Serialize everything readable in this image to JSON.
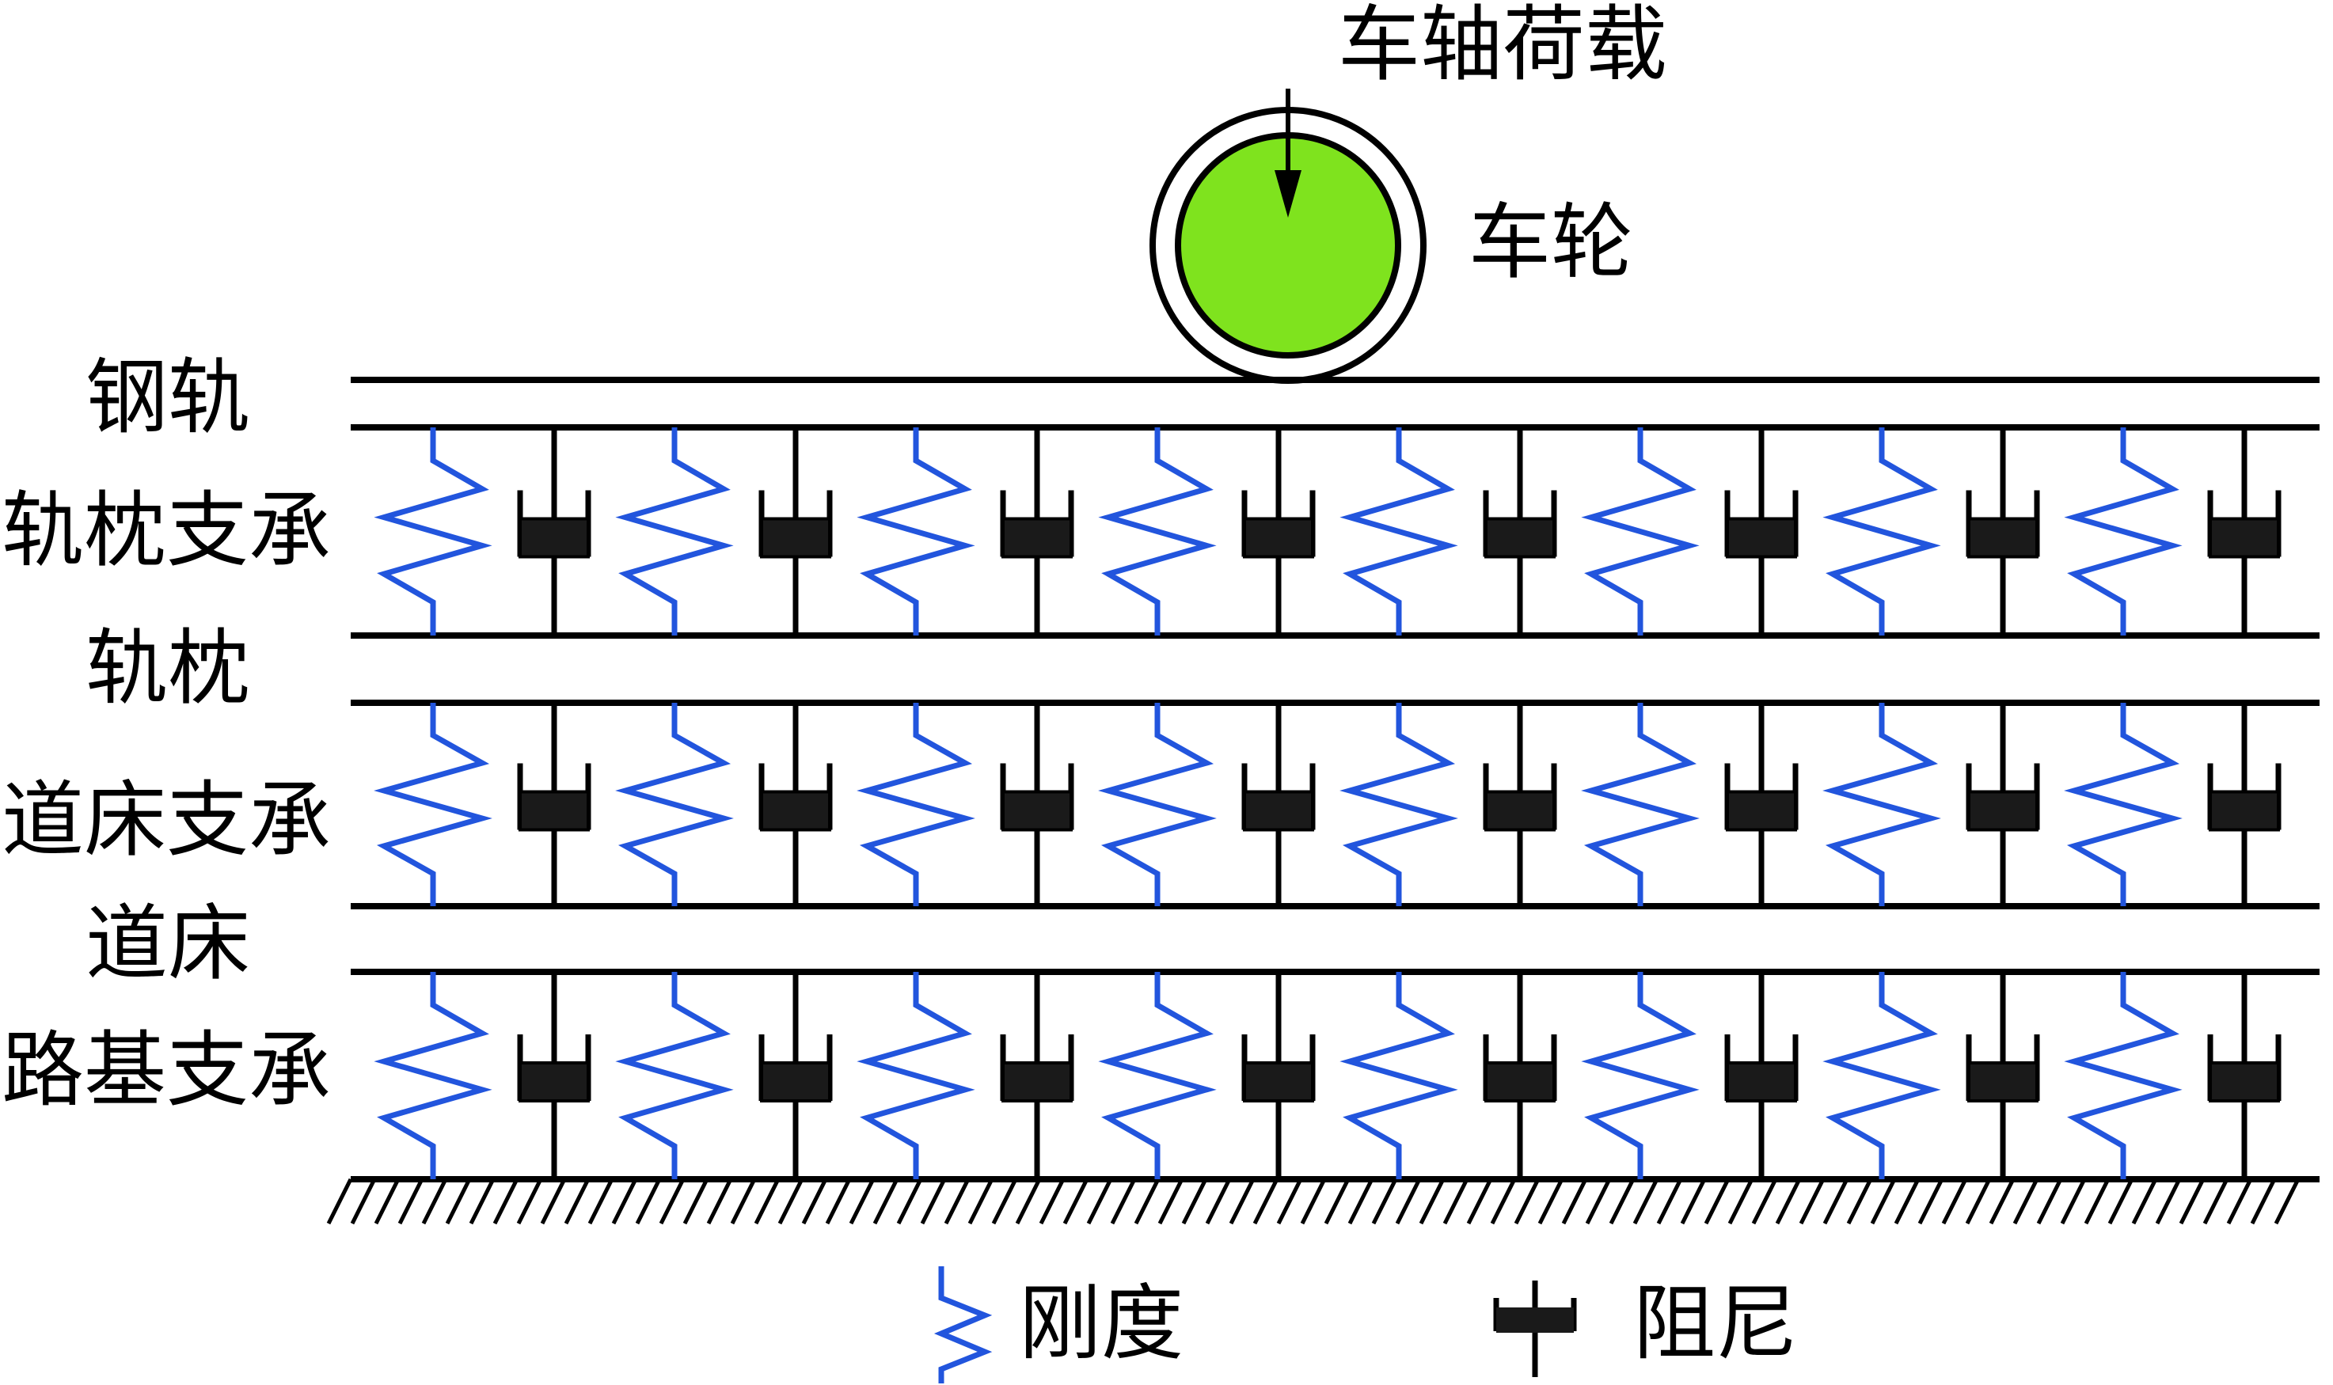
{
  "labels": {
    "axle_load": "车轴荷载",
    "wheel": "车轮",
    "rail": "钢轨",
    "rail_pad_support": "轨枕支承",
    "sleeper": "轨枕",
    "ballast_support": "道床支承",
    "ballast": "道床",
    "subgrade_support": "路基支承"
  },
  "legend": {
    "stiffness": "刚度",
    "damping": "阻尼"
  },
  "support_layers": 3,
  "units_per_layer": 8,
  "colors": {
    "spring": "#2255dd",
    "wheel_fill": "#7fe31e",
    "damper_fill": "#1a1a1a",
    "line": "#000000"
  }
}
